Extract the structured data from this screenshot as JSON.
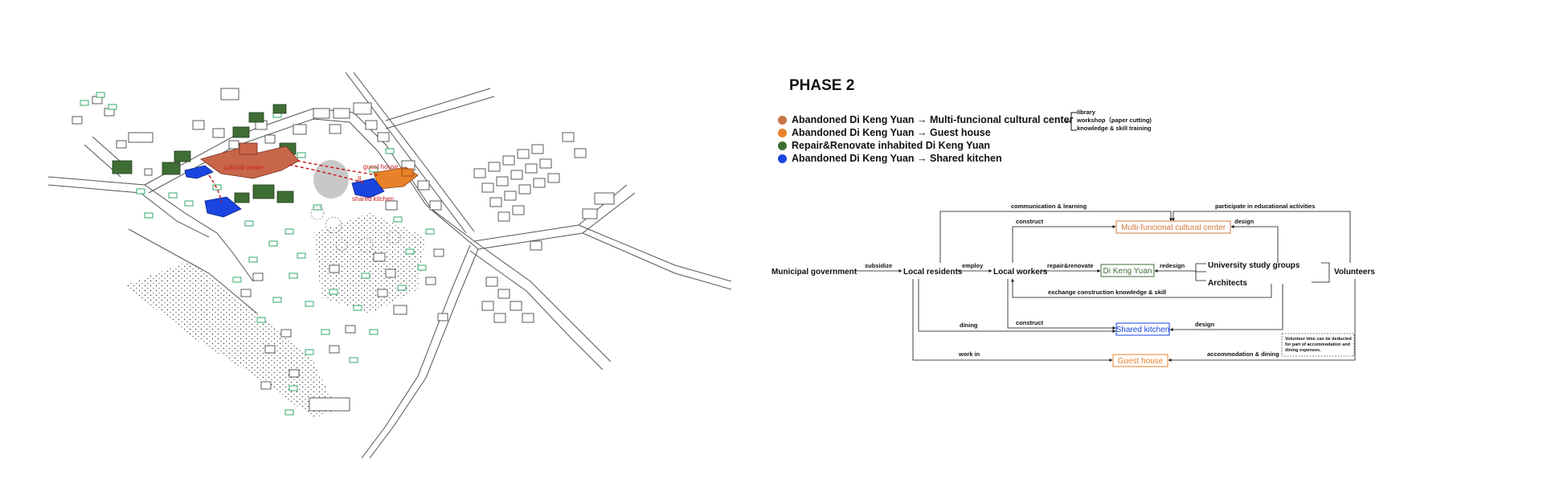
{
  "phase_title": "PHASE 2",
  "legend": [
    {
      "text": "Abandoned Di Keng Yuan → Multi-funcional cultural center",
      "color": "#c8734a"
    },
    {
      "text": "Abandoned Di Keng Yuan → Guest house",
      "color": "#e8822a"
    },
    {
      "text": "Repair&Renovate inhabited Di Keng Yuan",
      "color": "#3f6e35"
    },
    {
      "text": "Abandoned Di Keng Yuan → Shared kitchen",
      "color": "#1a45e0"
    }
  ],
  "cultural_center_functions": [
    "library",
    "workshop（paper cutting)",
    "knowledge & skill  training"
  ],
  "map_labels": {
    "cultural_center": "cultural center",
    "guest_house": "guest house",
    "shared_kitchen": "shared kitchen",
    "marker": "8"
  },
  "diagram": {
    "nodes": {
      "municipal": "Municipal government",
      "residents": "Local residents",
      "workers": "Local workers",
      "university": "University study groups",
      "architects": "Architects",
      "volunteers": "Volunteers"
    },
    "boxes": {
      "cultural_center": "Multi-funcional cultural center",
      "dkyuan": "Di Keng Yuan",
      "kitchen": "Shared  kitchen",
      "guest_house": "Guest house"
    },
    "labels": {
      "subsidize": "subsidize",
      "employ": "employ",
      "repair": "repair&renovate",
      "redesign": "redesign",
      "comm": "communication & learning",
      "participate": "participate in educational activities",
      "construct1": "construct",
      "design1": "design",
      "exchange": "exchange construction knowledge & skill",
      "dining": "dining",
      "construct2": "construct",
      "design2": "design",
      "work_in": "work in",
      "accommodation": "accommodation & dining"
    },
    "note": [
      "Volunteer time can be deducted",
      "for part of accommodation and",
      "dining expenses."
    ],
    "colors": {
      "cultural": "#d2773e",
      "dkyuan": "#3f6e35",
      "kitchen": "#1a45e0",
      "guest": "#e8822a"
    }
  }
}
